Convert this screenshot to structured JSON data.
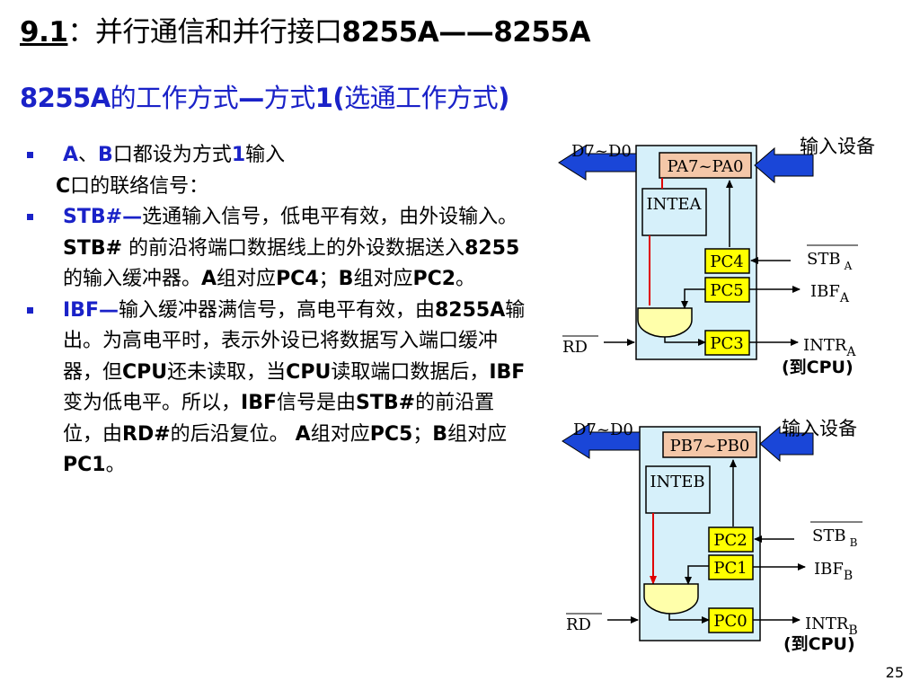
{
  "title": {
    "num": "9.1",
    "colon": "：",
    "cn": "并行通信和并行接口",
    "chip1": "8255A",
    "dash": "——",
    "chip2": "8255A"
  },
  "subtitle": {
    "chip": "8255A",
    "t1": "的工作方式",
    "dash": "—",
    "t2": "方式",
    "num": "1",
    "paren": "(",
    "t3": "选通工作方式",
    "close": ")"
  },
  "bullets": {
    "b1": {
      "a": "A",
      "sep": "、",
      "b": "B",
      "t1": "口都设为方式",
      "n": "1",
      "t2": "输入"
    },
    "b1_sub": {
      "c": "C",
      "t": "口的联络信号："
    },
    "b2": {
      "term": "STB#",
      "dash": "—",
      "t1": "选通输入信号，低电平有效，由外设输入。 ",
      "stb": "STB#",
      "t2": " 的前沿将端口数据线上的外设数据送入",
      "chip": "8255",
      "t3": "的输入缓冲器。",
      "a": "A",
      "t4": "组对应",
      "pc4": "PC4",
      "t5": "；",
      "b": "B",
      "t6": "组对应",
      "pc2": "PC2",
      "t7": "。"
    },
    "b3": {
      "term": "IBF",
      "dash": "—",
      "t1": "输入缓冲器满信号，高电平有效，由",
      "chip": "8255A",
      "t2": "输出。为高电平时，表示外设已将数据写入端口缓冲器，但",
      "cpu1": "CPU",
      "t3": "还未读取，当",
      "cpu2": "CPU",
      "t4": "读取端口数据后，",
      "ibf": "IBF",
      "t5": "变为低电平。所以，",
      "ibf2": "IBF",
      "t6": "信号是由",
      "stb": "STB#",
      "t7": "的前沿置位，由",
      "rd": "RD#",
      "t8": "的后沿复位。 ",
      "a": "A",
      "t9": "组对应",
      "pc5": "PC5",
      "t10": "；",
      "b": "B",
      "t11": "组对应",
      "pc1": "PC1",
      "t12": "。"
    }
  },
  "diagram_a": {
    "data_bus": "D7~D0",
    "port": "PA7~PA0",
    "inte": "INTEA",
    "device": "输入设备",
    "pc_stb": "PC4",
    "pc_ibf": "PC5",
    "pc_intr": "PC3",
    "stb": "STB",
    "stb_sub": "A",
    "ibf": "IBF",
    "ibf_sub": "A",
    "intr": "INTR",
    "intr_sub": "A",
    "rd": "RD",
    "to_cpu": "(到CPU)"
  },
  "diagram_b": {
    "data_bus": "D7~D0",
    "port": "PB7~PB0",
    "inte": "INTEB",
    "device": "输入设备",
    "pc_stb": "PC2",
    "pc_ibf": "PC1",
    "pc_intr": "PC0",
    "stb": "STB",
    "stb_sub": "B",
    "ibf": "IBF",
    "ibf_sub": "B",
    "intr": "INTR",
    "intr_sub": "B",
    "rd": "RD",
    "to_cpu": "(到CPU)"
  },
  "page_number": "25",
  "colors": {
    "title_blue": "#1a22c8",
    "box_fill": "#d6f0fa",
    "port_fill": "#f4c7a8",
    "pc_fill": "#ffff00",
    "gate_fill": "#ffffaa",
    "red_line": "#e00000"
  }
}
